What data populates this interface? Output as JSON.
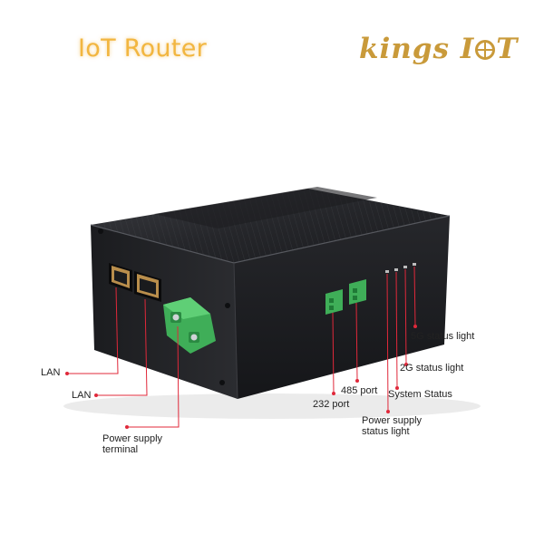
{
  "header": {
    "title": "IoT Router",
    "brand_prefix": "kings I",
    "brand_suffix": "T"
  },
  "callouts": {
    "lan_1": "LAN",
    "lan_2": "LAN",
    "power_terminal_line1": "Power supply",
    "power_terminal_line2": "terminal",
    "port_232": "232 port",
    "port_485": "485 port",
    "power_light_line1": "Power supply",
    "power_light_line2": "status light",
    "system_status": "System Status",
    "status_2g": "2G status light",
    "status_5g": "5G status light"
  },
  "colors": {
    "title": "#f2b640",
    "brand": "#c99a3a",
    "callout_line": "#e0283a",
    "device_body": "#1c1d20",
    "terminal_green": "#3fae58"
  },
  "icons": [
    "router-device-photo",
    "brand-globe-icon"
  ]
}
